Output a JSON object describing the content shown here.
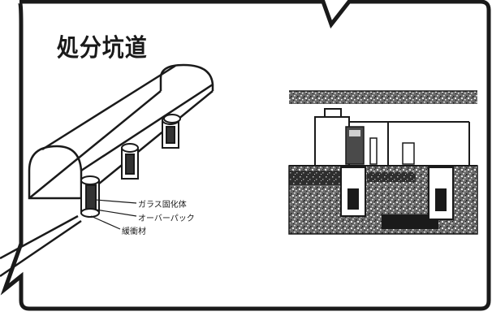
{
  "figure": {
    "title": "処分坑道",
    "labels": {
      "glass": "ガラス固化体",
      "overpack": "オーバーパック",
      "buffer": "緩衝材"
    }
  }
}
